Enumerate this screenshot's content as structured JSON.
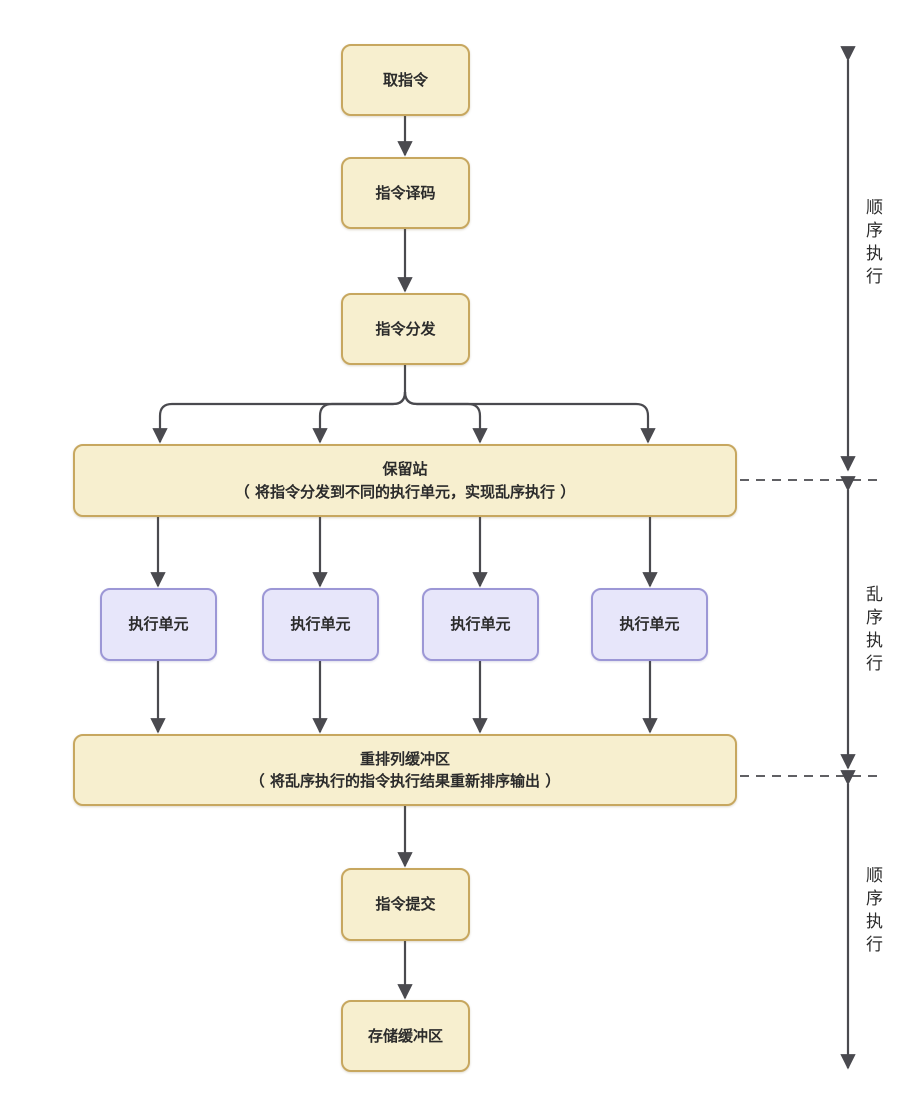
{
  "diagram": {
    "title": "",
    "colors": {
      "sequential_box_fill": "#f7efcf",
      "sequential_box_border": "#c7a75f",
      "exec_unit_fill": "#e7e6fa",
      "exec_unit_border": "#9c97d6",
      "arrow": "#4a4a4f"
    },
    "nodes": {
      "fetch": "取指令",
      "decode": "指令译码",
      "dispatch": "指令分发",
      "reservation_station": {
        "title": "保留站",
        "subtitle": "（ 将指令分发到不同的执行单元，实现乱序执行 ）"
      },
      "exec_units": [
        "执行单元",
        "执行单元",
        "执行单元",
        "执行单元"
      ],
      "reorder_buffer": {
        "title": "重排列缓冲区",
        "subtitle": "（ 将乱序执行的指令执行结果重新排序输出 ）"
      },
      "commit": "指令提交",
      "store_buffer": "存储缓冲区"
    },
    "phases": [
      {
        "label": "顺序执行"
      },
      {
        "label": "乱序执行"
      },
      {
        "label": "顺序执行"
      }
    ]
  }
}
